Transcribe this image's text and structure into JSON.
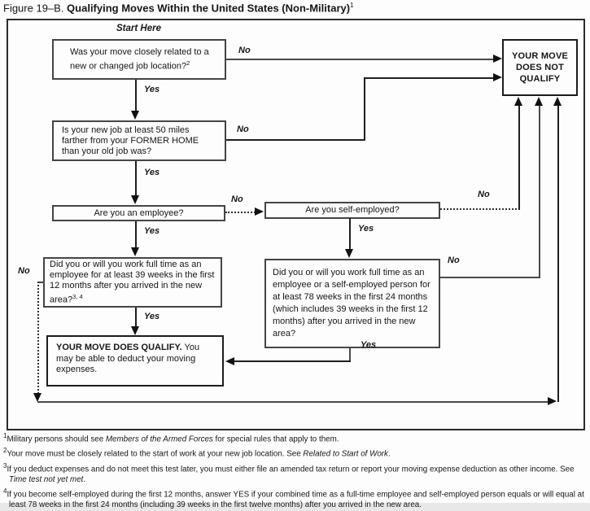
{
  "title": {
    "prefix": "Figure 19–B.",
    "main": " Qualifying Moves Within the United States (Non-Military)",
    "sup": "1"
  },
  "labels": {
    "start_here": "Start Here",
    "yes": "Yes",
    "no": "No"
  },
  "boxes": {
    "q1": {
      "text": "Was your move closely related to a new or changed job location?",
      "sup": "2"
    },
    "q2": {
      "text": "Is your new job at least 50 miles farther from your FORMER HOME than your old job was?"
    },
    "q3": {
      "text": "Are you an employee?"
    },
    "q4": {
      "text": "Are you self-employed?"
    },
    "q5": {
      "text": "Did you or will you work full time as an employee for at least 39 weeks in the first 12 months after you arrived in the new area?",
      "sup": "3, 4"
    },
    "q6": {
      "text": "Did you or will you work full time as an employee or a self-employed person for at least 78 weeks in the first 24 months (which includes 39 weeks in the first 12 months) after you arrived in the new area?"
    },
    "qualify": {
      "title": "YOUR MOVE DOES QUALIFY.",
      "body": "You may be able to deduct your moving expenses."
    },
    "not_qualify": {
      "text": "YOUR MOVE DOES NOT QUALIFY"
    }
  },
  "footnotes": [
    {
      "sup": "1",
      "a": "Military persons should see ",
      "b": "Members of the Armed Forces",
      "c": " for special rules that apply to them."
    },
    {
      "sup": "2",
      "a": "Your move must be closely related to the start of work at your new job location. See ",
      "b": "Related to Start of Work",
      "c": "."
    },
    {
      "sup": "3",
      "a": "If you deduct expenses and do not meet this test later, you must either file an amended tax return or report your moving expense deduction as other income. See ",
      "b": "Time test not yet met",
      "c": "."
    },
    {
      "sup": "4",
      "a": "If you become self-employed during the first 12 months, answer YES if your combined time as a full-time employee and self-employed person equals or will equal at least 78 weeks in the first 24 months (including 39 weeks in the first twelve months) after you arrived in the new area.",
      "b": "",
      "c": ""
    }
  ],
  "colors": {
    "line": "#4a4a4a",
    "border": "#454545",
    "text": "#161616",
    "background": "#fdfdfd"
  }
}
